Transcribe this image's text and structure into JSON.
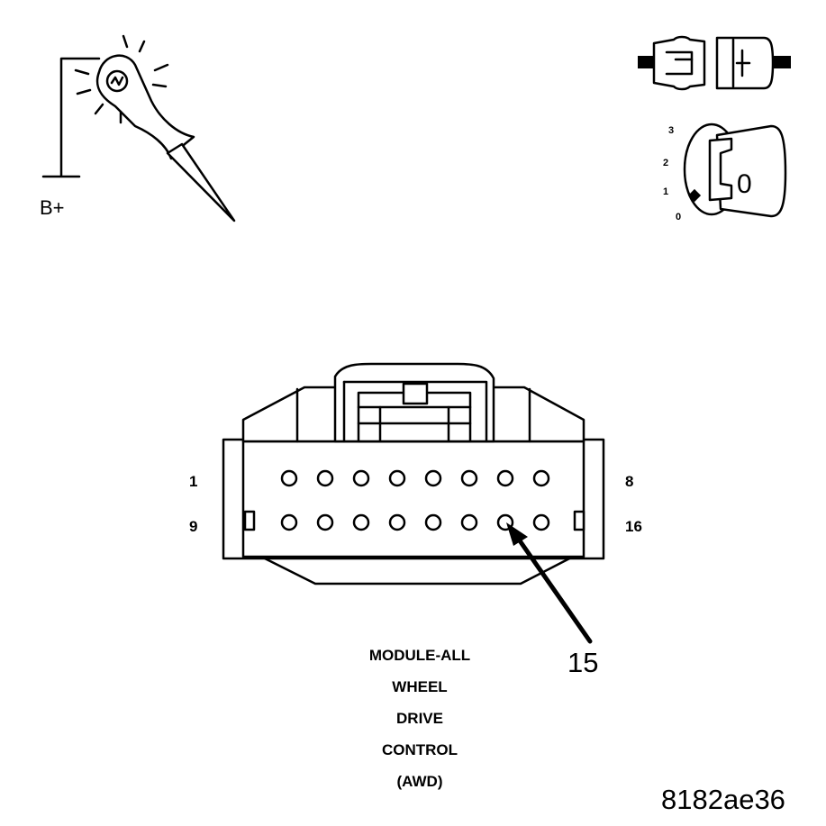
{
  "test_light": {
    "label": "B+"
  },
  "ignition": {
    "positions": [
      "3",
      "2",
      "1",
      "0"
    ],
    "key_label": "0"
  },
  "connector": {
    "pin_label_top_left": "1",
    "pin_label_top_right": "8",
    "pin_label_bottom_left": "9",
    "pin_label_bottom_right": "16",
    "callout_pin": "15",
    "caption_lines": [
      "MODULE-ALL",
      "WHEEL",
      "DRIVE",
      "CONTROL",
      "(AWD)"
    ]
  },
  "figure_id": "8182ae36"
}
